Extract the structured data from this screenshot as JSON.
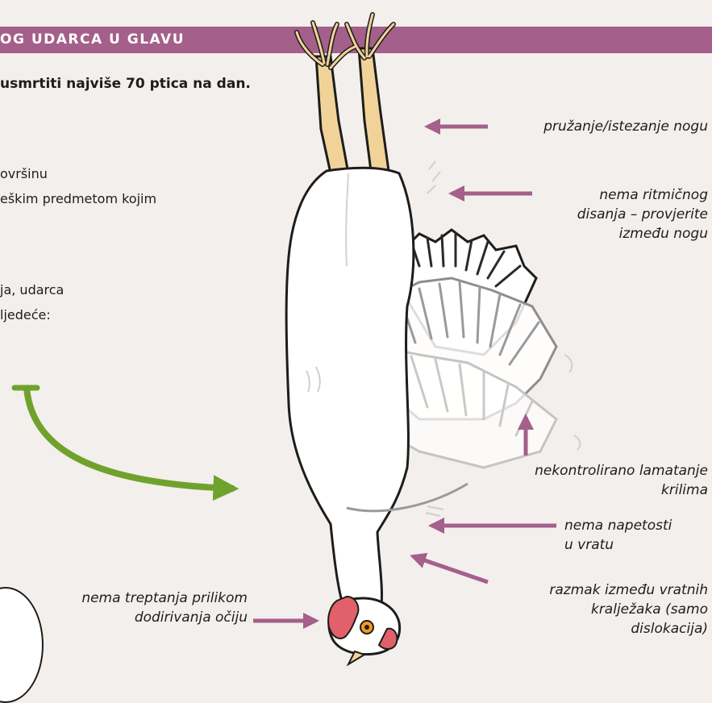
{
  "banner": {
    "title": "OG UDARCA U GLAVU"
  },
  "intro": {
    "text": "usmrtiti najviše 70 ptica na dan."
  },
  "steps": [
    {
      "line1": "ovršinu",
      "line2": "eškim predmetom kojim"
    },
    {
      "line1": "ja, udarca",
      "line2": "ljedeće:"
    }
  ],
  "labels": {
    "legs": "pružanje/istezanje nogu",
    "breathing": [
      "nema ritmičnog",
      "disanja – provjerite",
      "između nogu"
    ],
    "wings": [
      "nekontrolirano lamatanje",
      "krilima"
    ],
    "neck": [
      "nema napetosti",
      "u vratu"
    ],
    "vertebrae": [
      "razmak između vratnih",
      "kralježaka (samo",
      "dislokacija)"
    ],
    "eyes": [
      "nema treptanja prilikom",
      "dodirivanja očiju"
    ]
  },
  "colors": {
    "banner": "#a45f8a",
    "arrow": "#a45f8a",
    "green_arrow": "#6fa22d",
    "background": "#f3efec",
    "leg": "#f1d39a",
    "comb": "#e1606a"
  },
  "icons": [
    "chicken-illustration",
    "green-curved-arrow-icon"
  ]
}
